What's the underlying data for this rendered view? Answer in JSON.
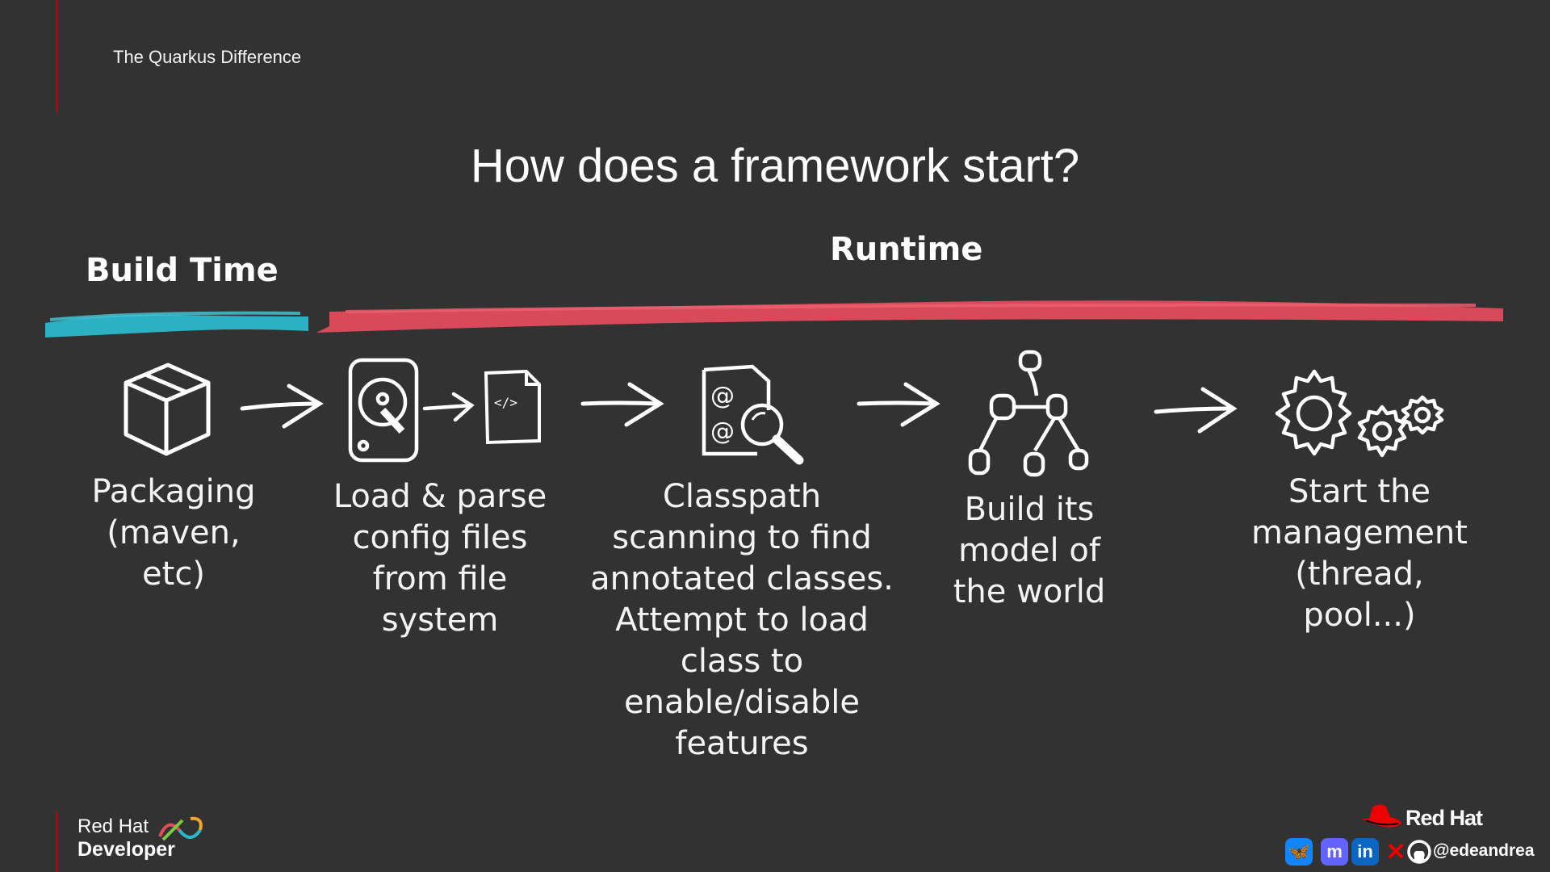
{
  "header": {
    "slide_label": "The Quarkus Difference",
    "title": "How does a framework start?"
  },
  "phases": {
    "build_time": "Build Time",
    "runtime": "Runtime",
    "build_color": "#2bb8c9",
    "runtime_color": "#e24b5c"
  },
  "steps": [
    {
      "text": "Packaging\n(maven,\netc)",
      "icon": "package-box-icon"
    },
    {
      "text": "Load & parse\nconfig files\nfrom file system",
      "icon": "hard-drive-icon"
    },
    {
      "text": "Classpath\nscanning to find\nannotated classes.\nAttempt to load\nclass to\nenable/disable\nfeatures",
      "icon": "annotation-search-icon"
    },
    {
      "text": "Build its\nmodel of\nthe world",
      "icon": "tree-graph-icon"
    },
    {
      "text": "Start the\nmanagement\n(thread,\npool...)",
      "icon": "gears-icon"
    }
  ],
  "footer": {
    "brand_line1": "Red Hat",
    "brand_line2": "Developer",
    "redhat_text": "Red Hat",
    "handle": "@edeandrea",
    "accent_color": "#c00000"
  }
}
